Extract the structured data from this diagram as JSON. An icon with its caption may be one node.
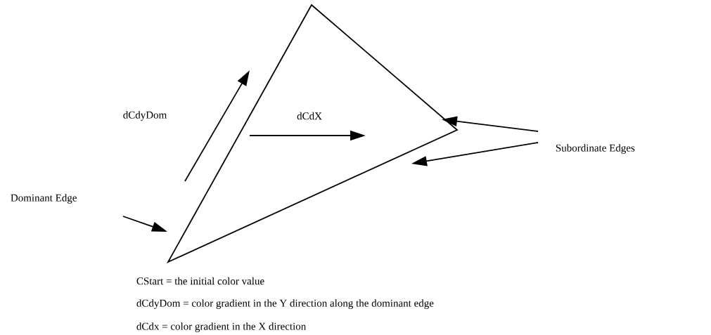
{
  "diagram": {
    "nodes": [
      {
        "text": [],
        "shape": "triangle"
      },
      {
        "text": [
          "Dominant Edge"
        ]
      },
      {
        "text": [
          "Subordinate Edges"
        ]
      }
    ],
    "edges": [
      {
        "from": 1,
        "to": 0,
        "arrow": "to"
      },
      {
        "from": 2,
        "to": 0,
        "arrow": "to"
      },
      {
        "from": 2,
        "to": 0,
        "arrow": "to"
      }
    ],
    "labels": [
      "dCdyDom",
      "dCdX",
      "CStart = the initial color value",
      "dCdyDom = color gradient in the Y direction along the dominant edge",
      "dCdx = color gradient in the X direction"
    ]
  }
}
